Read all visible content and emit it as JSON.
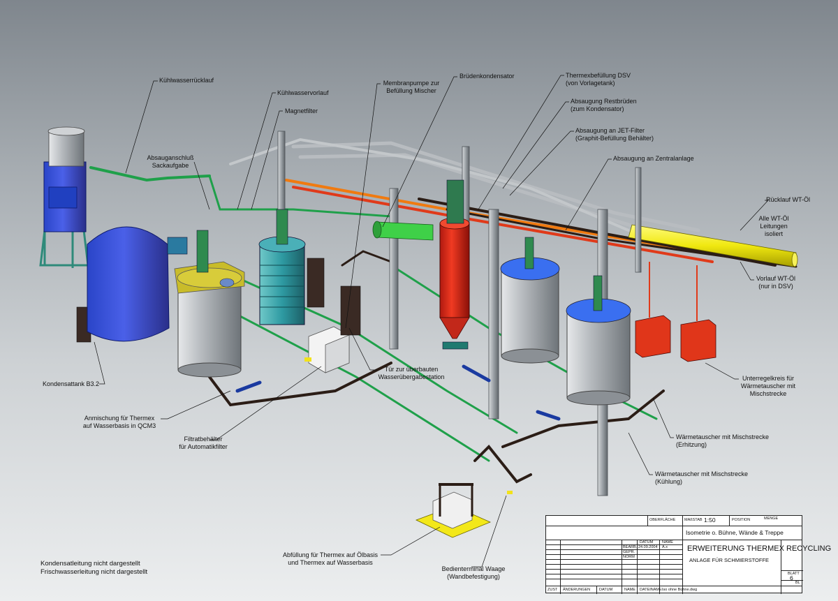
{
  "labels": {
    "kuehlwasserruecklauf": "Kühlwasserrücklauf",
    "kuehlwasservorlauf": "Kühlwasservorlauf",
    "magnetfilter": "Magnetfilter",
    "absauganschluss": "Absauganschluß",
    "sackaufgabe": "Sackaufgabe",
    "membranpumpe_1": "Membranpumpe zur",
    "membranpumpe_2": "Befüllung Mischer",
    "bruedenkondensator": "Brüdenkondensator",
    "thermex_dsv_1": "Thermexbefüllung DSV",
    "thermex_dsv_2": "(von Vorlagetank)",
    "restbrueden_1": "Absaugung Restbrüden",
    "restbrueden_2": "(zum Kondensator)",
    "jet_filter_1": "Absaugung an JET-Filter",
    "jet_filter_2": "(Graphit-Befüllung Behälter)",
    "zentralanlage": "Absaugung an Zentralanlage",
    "ruecklauf_wt": "Rücklauf WT-Öl",
    "wt_isoliert_1": "Alle WT-Öl",
    "wt_isoliert_2": "Leitungen",
    "wt_isoliert_3": "isoliert",
    "vorlauf_wt_1": "Vorlauf WT-Öl",
    "vorlauf_wt_2": "(nur in DSV)",
    "kondensattank": "Kondensattank B3.2",
    "anmischung_1": "Anmischung für Thermex",
    "anmischung_2": "auf Wasserbasis in QCM3",
    "filtrat_1": "Filtratbehälter",
    "filtrat_2": "für Automatikfilter",
    "tuer_1": "Tür zur überbauten",
    "tuer_2": "Wasserübergabestation",
    "unterregel_1": "Unterregelkreis für",
    "unterregel_2": "Wärmetauscher mit",
    "unterregel_3": "Mischstrecke",
    "wt_erhitzung_1": "Wärmetauscher mit Mischstrecke",
    "wt_erhitzung_2": "(Erhitzung)",
    "wt_kuehlung_1": "Wärmetauscher mit Mischstrecke",
    "wt_kuehlung_2": "(Kühlung)",
    "abfuellung_1": "Abfüllung für Thermex auf Ölbasis",
    "abfuellung_2": "und Thermex auf Wasserbasis",
    "bedienterminal_1": "Bedienterminal Waage",
    "bedienterminal_2": "(Wandbefestigung)"
  },
  "notes": {
    "line1": "Kondensatleitung nicht dargestellt",
    "line2": "Frischwasserleitung nicht dargestellt"
  },
  "title_block": {
    "oberflaeche": "OBERFLÄCHE",
    "massstab_label": "MAßSTAB",
    "massstab_value": "1:50",
    "position": "POSITION",
    "menge": "MENGE",
    "view_title": "Isometrie o. Bühne, Wände & Treppe",
    "datum_header": "DATUM",
    "name_header": "NAME",
    "bearb": "BEARB.",
    "bearb_datum": "24.09.2004",
    "bearb_name": "A.x",
    "gepr": "GEPR.",
    "norm": "NORM",
    "main_title": "ERWEITERUNG THERMEX RECYCLING",
    "sub_title": "ANLAGE FÜR SCHMIERSTOFFE",
    "blatt_label": "BLATT",
    "blatt_value": "6",
    "bl": "BL",
    "zust": "ZUST",
    "aenderungen": "ÄNDERUNGEN",
    "datum_footer": "DATUM",
    "name_footer": "NAME",
    "dateiname_label": "DATEINAME",
    "dateiname_value": "Iso ohne Bühne.dwg"
  },
  "colors": {
    "pipe_dark": "#2b1d16",
    "pipe_green": "#1fa04a",
    "pipe_grey": "#b8bcc0",
    "pipe_orange": "#f07a10",
    "pipe_red": "#e03a1a",
    "pipe_yellow": "#f2ef1a",
    "tank_grey": "#a9adb2",
    "tank_blue": "#3a6ff0",
    "reactor_red": "#e02a1a"
  }
}
